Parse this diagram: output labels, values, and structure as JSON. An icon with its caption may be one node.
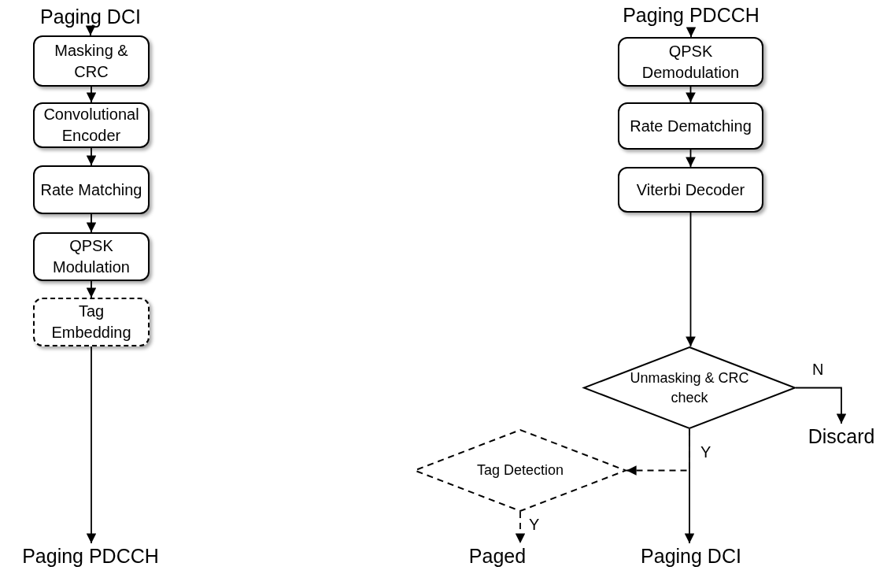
{
  "diagram": {
    "nodes": [
      {
        "text": [
          "Paging DCI"
        ]
      },
      {
        "text": [
          "Masking & CRC"
        ]
      },
      {
        "text": [
          "Convolutional Encoder"
        ]
      },
      {
        "text": [
          "Rate Matching"
        ]
      },
      {
        "text": [
          "QPSK Modulation"
        ]
      },
      {
        "text": [
          "Tag Embedding"
        ]
      },
      {
        "text": [
          "Paging PDCCH"
        ]
      },
      {
        "text": [
          "Paging PDCCH"
        ]
      },
      {
        "text": [
          "QPSK Demodulation"
        ]
      },
      {
        "text": [
          "Rate Dematching"
        ]
      },
      {
        "text": [
          "Viterbi Decoder"
        ]
      },
      {
        "text": [
          "Unmasking & CRC check"
        ]
      },
      {
        "text": [
          "Discard"
        ]
      },
      {
        "text": [
          "Tag Detection"
        ]
      },
      {
        "text": [
          "Paged"
        ]
      },
      {
        "text": [
          "Paging DCI"
        ]
      }
    ],
    "edges": [
      {
        "from": 0,
        "to": 1,
        "arrow": "to"
      },
      {
        "from": 1,
        "to": 2,
        "arrow": "to"
      },
      {
        "from": 2,
        "to": 3,
        "arrow": "to"
      },
      {
        "from": 3,
        "to": 4,
        "arrow": "to"
      },
      {
        "from": 4,
        "to": 5,
        "arrow": "to"
      },
      {
        "from": 5,
        "to": 6,
        "arrow": "to"
      },
      {
        "from": 7,
        "to": 8,
        "arrow": "to"
      },
      {
        "from": 8,
        "to": 9,
        "arrow": "to"
      },
      {
        "from": 9,
        "to": 10,
        "arrow": "to"
      },
      {
        "from": 10,
        "to": 11,
        "arrow": "to"
      },
      {
        "from": 11,
        "to": 12,
        "arrow": "to",
        "label": "N"
      },
      {
        "from": 11,
        "to": 15,
        "arrow": "to",
        "label": "Y"
      },
      {
        "from": 11,
        "to": 13,
        "arrow": "to",
        "style": "dashed"
      },
      {
        "from": 13,
        "to": 14,
        "arrow": "to",
        "label": "Y",
        "style": "dashed"
      }
    ]
  }
}
